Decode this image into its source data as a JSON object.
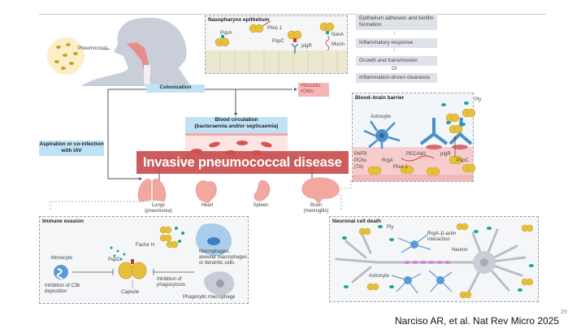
{
  "slide": {
    "page_number": "29",
    "citation": "Narciso AR, et al. Nat Rev Micro 2025",
    "banner": "Invasive pneumococcal disease"
  },
  "colors": {
    "banner_red": "#c94f4f",
    "label_blue": "#bfe3f5",
    "step_grey": "#dfe2e8",
    "otitis_pink": "#f4b7b7",
    "bacteria_yellow": "#e7bf3a",
    "cell_blue": "#5b9bd5",
    "tissue_pink": "#f2c7c7"
  },
  "head": {
    "pneumococci_label": "Pneumococci"
  },
  "nasopharynx": {
    "title": "Nasopharynx epithelium",
    "labels": [
      "PspA",
      "Pilus 1",
      "PspC",
      "pIgR",
      "NanA",
      "Mucin"
    ]
  },
  "outcome_steps": {
    "steps": [
      "Epithelium adhesion and biofilm formation",
      "Inflammatory response",
      "Growth and transmission"
    ],
    "or_label": "Or",
    "alternative": "Inflammation-driven clearance"
  },
  "flow": {
    "colonization": "Colonization",
    "local_disease": [
      "•Sinusitis",
      "•Otitis"
    ],
    "aspiration": "Aspiration or co-infection with IAV",
    "blood_title": "Blood circulation",
    "blood_sub": "(bacteraemia and/or septicaemia)"
  },
  "organs": [
    {
      "name": "Lungs",
      "sub": "(pneumonia)"
    },
    {
      "name": "Heart",
      "sub": ""
    },
    {
      "name": "Spleen",
      "sub": ""
    },
    {
      "name": "Brain",
      "sub": "(meningitis)"
    }
  ],
  "bbb": {
    "title": "Blood–brain barrier",
    "labels": {
      "astrocyte": "Astrocyte",
      "ply": "Ply",
      "pafr": "PAFR",
      "pcho": "PCho",
      "ta": "(TA)",
      "rrga": "RrgA",
      "pecam1": "PECAM1",
      "pilus1": "Pilus 1",
      "pigr": "pIgR",
      "pspc": "PspC"
    }
  },
  "immune": {
    "title": "Immune evasion",
    "labels": {
      "factor_h": "Factor H",
      "monocyte": "Monocyte",
      "pspc": "PspC",
      "c3b": "Inhibition of C3b deposition",
      "capsule": "Capsule",
      "phago_inhib": "Inhibition of phagocytosis",
      "macrophages": "Macrophages, alveolar macrophages or dendritic cells",
      "phagocytic": "Phagocytic macrophage"
    }
  },
  "neuronal": {
    "title": "Neuronal cell death",
    "labels": {
      "ply": "Ply",
      "rrga": "RrgA–β-actin interaction",
      "neuron": "Neuron",
      "astrocyte": "Astrocyte"
    }
  }
}
